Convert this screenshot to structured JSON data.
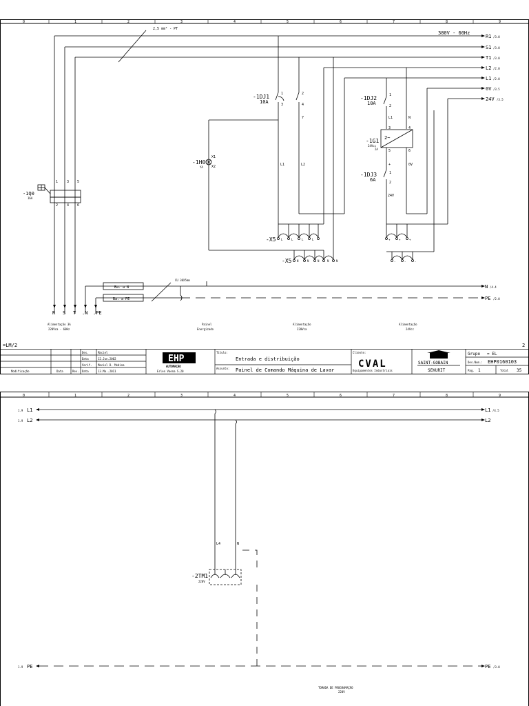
{
  "grid_numbers": [
    "0",
    "1",
    "2",
    "3",
    "4",
    "5",
    "6",
    "7",
    "8",
    "9"
  ],
  "page1": {
    "wire_annotation": "2,5 mm² - PT",
    "voltage_label": "380V - 60Hz",
    "outputs": [
      {
        "name": "R1",
        "ref": "/3.0"
      },
      {
        "name": "S1",
        "ref": "/3.0"
      },
      {
        "name": "T1",
        "ref": "/3.0"
      },
      {
        "name": "L2",
        "ref": "/2.0"
      },
      {
        "name": "L1",
        "ref": "/2.0"
      },
      {
        "name": "0V",
        "ref": "/3.5"
      },
      {
        "name": "24V",
        "ref": "/3.5"
      }
    ],
    "breaker_1": {
      "tag": "-1DJ1",
      "rating": "10A",
      "pins": [
        "1",
        "2",
        "3",
        "4"
      ]
    },
    "breaker_2": {
      "tag": "-1DJ2",
      "rating": "10A",
      "pins": [
        "1",
        "2"
      ]
    },
    "breaker_3": {
      "tag": "-1DJ3",
      "rating": "6A",
      "pins": [
        "1",
        "2"
      ]
    },
    "power_supply": {
      "tag": "-1G1",
      "rating": "24Vcc",
      "sub": "2A",
      "pins": [
        "3",
        "4",
        "5",
        "6"
      ],
      "symbol": "2~"
    },
    "lamp": {
      "tag": "-1H0",
      "sub": "YA",
      "pins": [
        "X1",
        "X2"
      ]
    },
    "main_switch": {
      "tag": "-1Q0",
      "rating": "16A",
      "pins_top": [
        "1",
        "3",
        "5"
      ],
      "pins_bot": [
        "2",
        "4",
        "6"
      ]
    },
    "terminal_x5_a": {
      "tag": "-X5",
      "labels": [
        "L",
        "L",
        "L",
        "L",
        "L"
      ]
    },
    "terminal_x5_b": {
      "tag": "-X5",
      "labels": [
        "N",
        "N",
        "N",
        "N",
        "N"
      ]
    },
    "terminal_x5_c_labels": [
      "+",
      "+",
      "+"
    ],
    "terminal_x5_d_labels": [
      "-",
      "-",
      "-"
    ],
    "wire_labels": {
      "l1": "L1",
      "l2": "L2",
      "n": "N",
      "v0": "0V",
      "v24": "24V",
      "n7": "7",
      "n1": "1",
      "n2": "2",
      "plus": "+",
      "minus": "-",
      "n4": "4"
    },
    "cable_label": "CU 30X5mm",
    "bar_n": "Ba. a N",
    "bar_pe": "Ba. a PE",
    "out_n": {
      "name": "N",
      "ref": "/4.4"
    },
    "out_pe": {
      "name": "PE",
      "ref": "/2.0"
    },
    "input_labels": [
      "R",
      "S",
      "T",
      ".N",
      ".PE"
    ],
    "footer_labels": [
      {
        "l1": "Alimentação 3A",
        "l2": "220Vca - 60Hz"
      },
      {
        "l1": "Painel",
        "l2": "Energizado"
      },
      {
        "l1": "Alimentação",
        "l2": "220Vca"
      },
      {
        "l1": "Alimentação",
        "l2": "24Vcc"
      }
    ],
    "sheet_ref": "=LM/2",
    "page_number": "2"
  },
  "title_block": {
    "rows": [
      {
        "label": "Des.",
        "value": "Maciel"
      },
      {
        "label": "Data",
        "value": "12.Jun.2002"
      },
      {
        "label": "Verif.",
        "value": "Maciel D. Medina"
      },
      {
        "label": "Data",
        "value": "13.Ma..2011"
      }
    ],
    "modification": "Modificação",
    "date_col": "Data",
    "rev_col": "Rev.",
    "logo_main": "EHP",
    "logo_sub": "AUTOMAÇÃO",
    "logo_addr": "Erlen Vaena S.20",
    "title_label": "Título:",
    "title_value": "Entrada e distribuição",
    "subject_label": "Assunto:",
    "subject_value": "Painel de Comando Máquina de Lavar",
    "client_label": "Cliente:",
    "client_logo": "CVAL",
    "client_sub": "Equipamentos Industriais",
    "brand_name": "SAINT-GOBAIN",
    "brand_sub": "SEKURIT",
    "group_label": "Grupo",
    "group_value": "= EL",
    "doc_label": "Des.Num.:",
    "doc_value": "EHP0160103",
    "page_label": "Pag.",
    "page_value": "1",
    "total_label": "Total",
    "total_value": "35"
  },
  "page2": {
    "in_l1": {
      "ref": "1.9",
      "name": "L1"
    },
    "in_l2": {
      "ref": "1.9",
      "name": "L2"
    },
    "in_pe": {
      "ref": "1.9",
      "name": "PE"
    },
    "out_l1": {
      "name": "L1",
      "ref": "/4.5"
    },
    "out_l2": {
      "name": "L2",
      "ref": ""
    },
    "out_pe": {
      "name": "PE",
      "ref": "/3.0"
    },
    "socket": {
      "tag": "-2TM1",
      "rating": "220V"
    },
    "wire_labels": {
      "l": "L4",
      "n": "N"
    },
    "caption_l1": "TOMADA DE PROGRAMAÇÃO",
    "caption_l2": "220V"
  }
}
